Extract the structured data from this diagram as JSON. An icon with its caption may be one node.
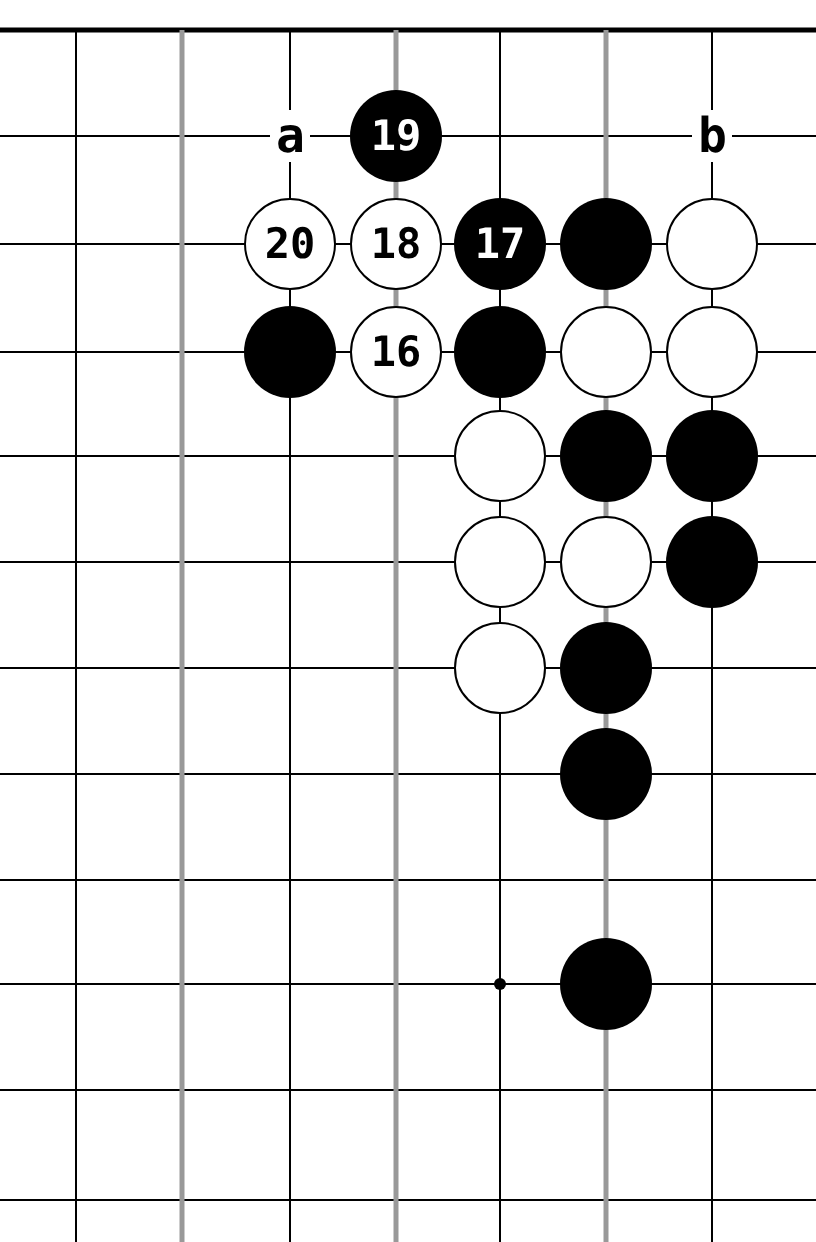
{
  "diagram": {
    "nodes": [
      {
        "text": [
          "19"
        ]
      },
      {
        "text": [
          "20"
        ]
      },
      {
        "text": [
          "18"
        ]
      },
      {
        "text": [
          "17"
        ]
      },
      {
        "text": [],
        "shape": "circle"
      },
      {
        "text": [],
        "shape": "circle"
      },
      {
        "text": [],
        "shape": "circle"
      },
      {
        "text": [
          "16"
        ]
      },
      {
        "text": [],
        "shape": "circle"
      },
      {
        "text": [],
        "shape": "circle"
      },
      {
        "text": [],
        "shape": "circle"
      },
      {
        "text": [],
        "shape": "circle"
      },
      {
        "text": [],
        "shape": "circle"
      },
      {
        "text": [],
        "shape": "circle"
      },
      {
        "text": [],
        "shape": "circle"
      },
      {
        "text": [],
        "shape": "circle"
      },
      {
        "text": [],
        "shape": "circle"
      },
      {
        "text": [],
        "shape": "circle"
      },
      {
        "text": [],
        "shape": "circle"
      },
      {
        "text": [],
        "shape": "circle"
      },
      {
        "text": [],
        "shape": "circle"
      }
    ],
    "labels": [
      "a",
      "b"
    ]
  }
}
